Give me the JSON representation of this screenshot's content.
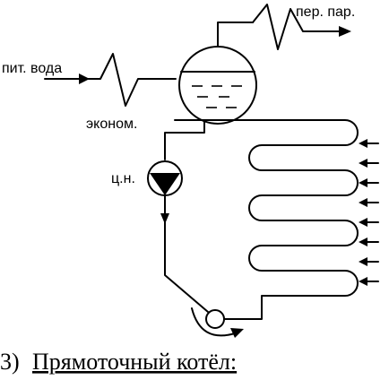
{
  "labels": {
    "feed_water": "пит. вода",
    "superheated_steam": "пер. пар.",
    "economizer": "эконом.",
    "circulation_pump": "ц.н."
  },
  "caption": {
    "number": "3)",
    "text": "Прямоточный котёл:"
  },
  "style": {
    "line_color": "#000000",
    "background": "#ffffff"
  }
}
